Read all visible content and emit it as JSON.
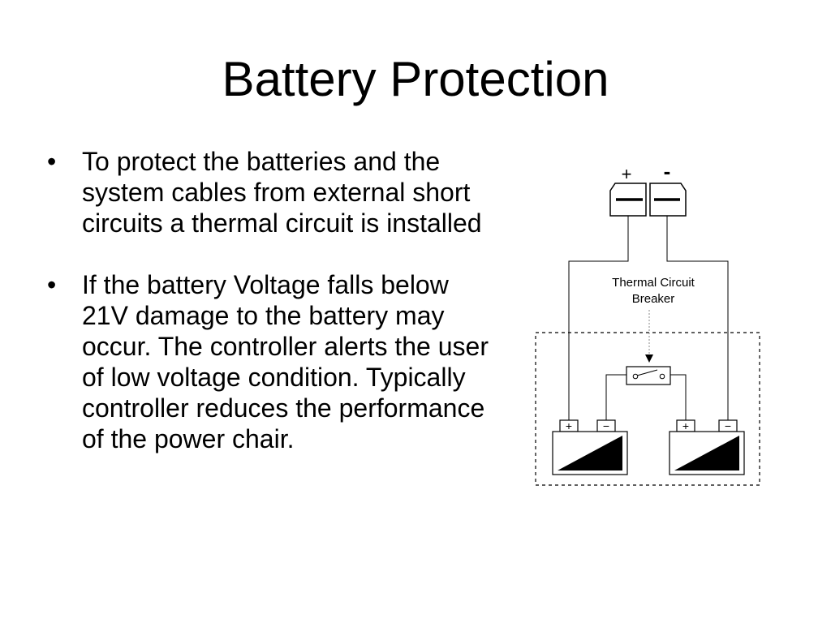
{
  "slide": {
    "title": "Battery Protection",
    "bullet_symbol": "•",
    "bullets": [
      "To protect the batteries and the system cables from external short circuits a thermal circuit is installed",
      "If the battery Voltage falls below 21V damage to the battery may occur. The controller alerts the user of low voltage condition. Typically controller reduces the performance of the power chair."
    ]
  },
  "diagram": {
    "connector_plus_label": "+",
    "connector_minus_label": "-",
    "breaker_label_line1": "Thermal Circuit",
    "breaker_label_line2": "Breaker",
    "battery_plus_symbol": "+",
    "battery_minus_symbol": "−"
  }
}
